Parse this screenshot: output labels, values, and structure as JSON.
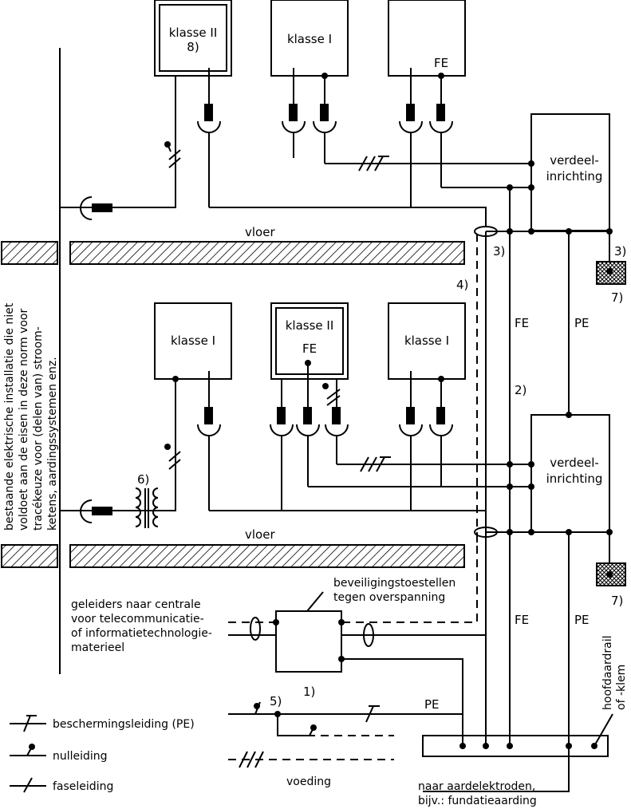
{
  "devices": {
    "top": [
      "klasse II",
      "klasse I",
      ""
    ],
    "top_note": "8)",
    "top_fe": "FE",
    "bottom": [
      "klasse I",
      "klasse II",
      "klasse I"
    ],
    "bottom_fe": "FE"
  },
  "distribution": {
    "upper": [
      "verdeel-",
      "inrichting"
    ],
    "lower": [
      "verdeel-",
      "inrichting"
    ]
  },
  "floor_label": "vloer",
  "side_text": [
    "bestaande elektrische installatie die niet",
    "voldoet aan de eisen in deze norm voor",
    "tracékeuze voor (delen van) stroom-",
    "ketens, aardingssystemen enz."
  ],
  "conductors": {
    "fe": "FE",
    "pe": "PE"
  },
  "notes": {
    "n1": "1)",
    "n2": "2)",
    "n3": "3)",
    "n4": "4)",
    "n5": "5)",
    "n6": "6)",
    "n7": "7)"
  },
  "surge": [
    "beveiligingstoestellen",
    "tegen overspanning"
  ],
  "telecom": [
    "geleiders naar centrale",
    "voor telecommunicatie-",
    "of informatietechnologie-",
    "materieel"
  ],
  "legend": [
    "beschermingsleiding (PE)",
    "nulleiding",
    "faseleiding"
  ],
  "supply": "voeding",
  "main_bar": [
    "hoofdaardrail",
    "of -klem"
  ],
  "earth_note": [
    "naar aardelektroden,",
    "bijv.: fundatieaarding"
  ]
}
